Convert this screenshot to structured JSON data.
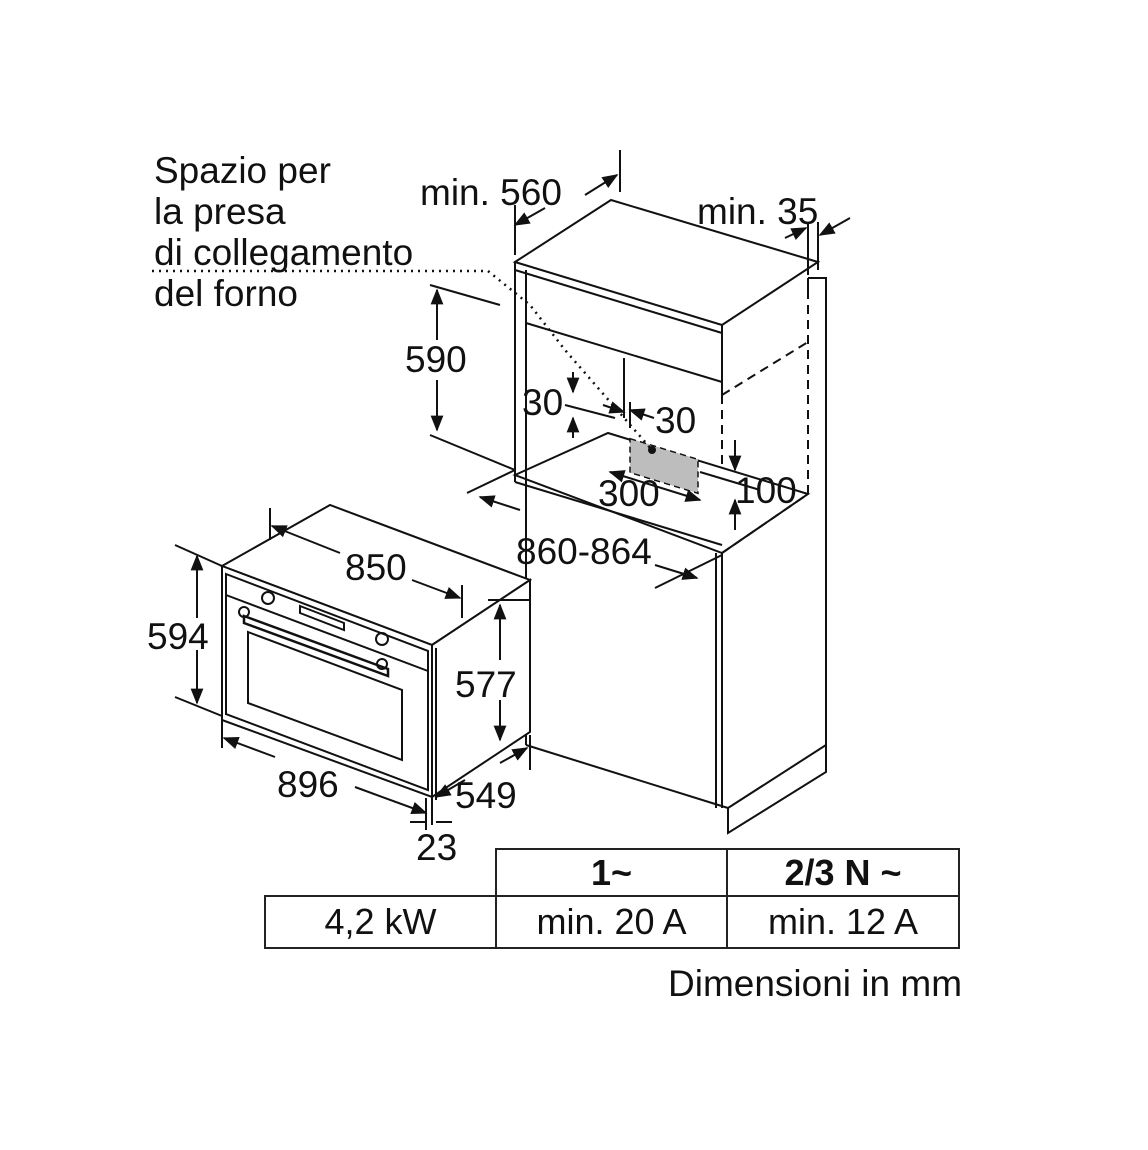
{
  "note": {
    "lines": [
      "Spazio per",
      "la presa",
      "di collegamento",
      "del forno"
    ]
  },
  "niche": {
    "min_width": "min. 560",
    "min_depth_clearance": "min. 35",
    "socket_height": "590",
    "socket_offset_vertical": "30",
    "socket_offset_horizontal": "30",
    "socket_zone_width": "300",
    "socket_zone_height": "100",
    "niche_height_range": "860-864"
  },
  "oven": {
    "body_width": "850",
    "front_height": "594",
    "body_height": "577",
    "front_width": "896",
    "body_depth": "549",
    "front_thickness": "23"
  },
  "power_table": {
    "header": [
      "1~",
      "2/3 N ~"
    ],
    "row_label": "4,2 kW",
    "row_values": [
      "min. 20 A",
      "min. 12 A"
    ]
  },
  "footer": {
    "units_note": "Dimensioni in mm"
  },
  "colors": {
    "line": "#111111",
    "socket_fill": "#bdbdbd"
  }
}
